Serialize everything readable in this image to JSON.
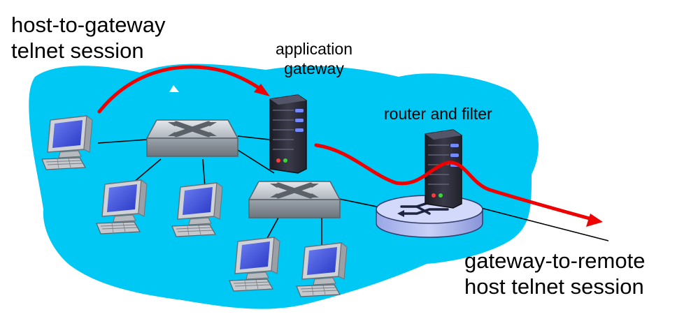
{
  "labels": {
    "host_gateway_session": [
      "host-to-gateway",
      "telnet session"
    ],
    "application_gateway": [
      "application",
      "gateway"
    ],
    "router_filter": "router and filter",
    "remote_session": [
      "gateway-to-remote",
      "host telnet session"
    ]
  },
  "colors": {
    "network_cloud": "#00c8f5",
    "session_path": "#ee0000",
    "switch": "#b8bec6",
    "router": "#c7cff5",
    "server": "#2e2e3c",
    "monitor_screen": "#4a5ee0"
  },
  "icons": {
    "switch": "switch-icon",
    "router": "router-icon",
    "server": "server-icon",
    "workstation": "computer-icon"
  }
}
